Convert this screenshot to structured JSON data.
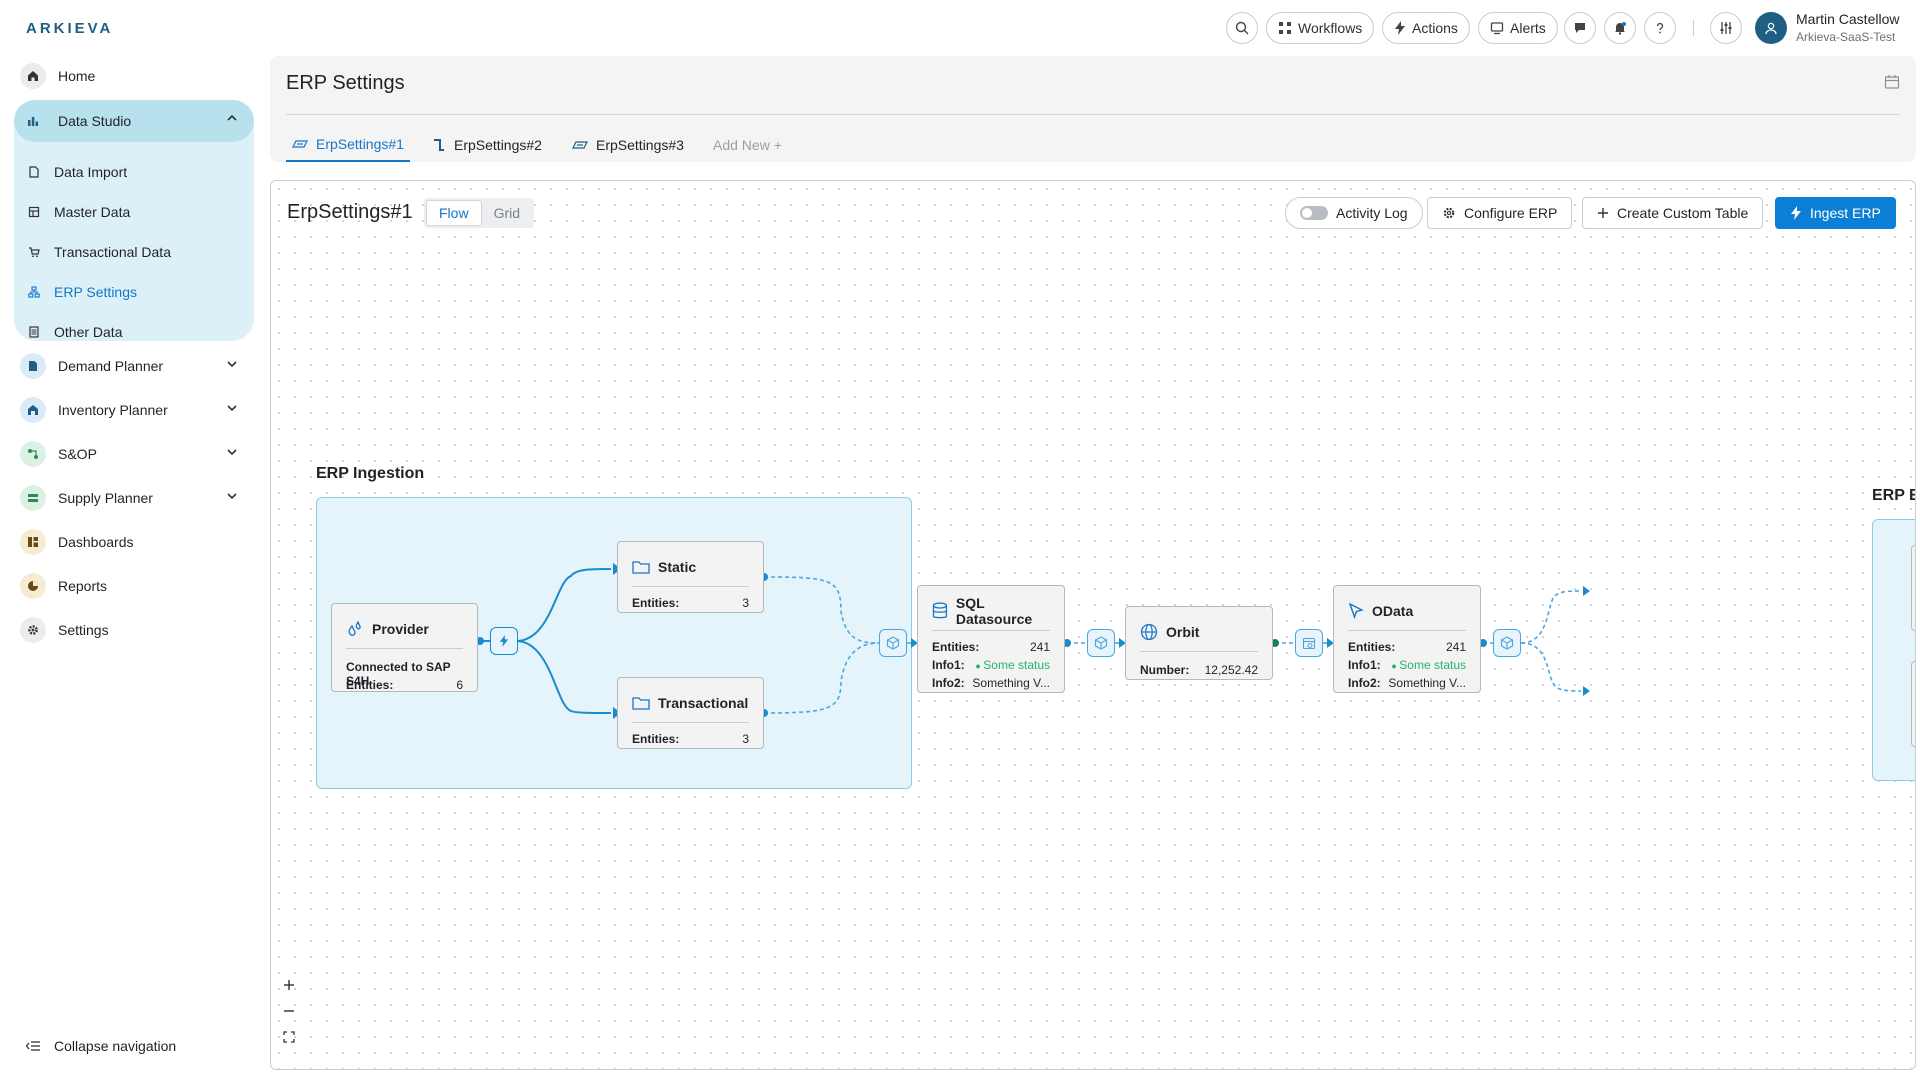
{
  "app": {
    "logo": "ARKIEVA"
  },
  "topbar": {
    "search_icon": "search-icon",
    "workflows": "Workflows",
    "actions": "Actions",
    "alerts": "Alerts",
    "user_name": "Martin Castellow",
    "user_org": "Arkieva-SaaS-Test"
  },
  "sidebar": {
    "home": "Home",
    "data_studio": "Data Studio",
    "data_studio_items": [
      {
        "label": "Data Import"
      },
      {
        "label": "Master Data"
      },
      {
        "label": "Transactional Data"
      },
      {
        "label": "ERP Settings",
        "active": true
      },
      {
        "label": "Other Data"
      }
    ],
    "demand_planner": "Demand Planner",
    "inventory_planner": "Inventory Planner",
    "sop": "S&OP",
    "supply_planner": "Supply Planner",
    "dashboards": "Dashboards",
    "reports": "Reports",
    "settings": "Settings",
    "collapse": "Collapse navigation"
  },
  "header": {
    "title": "ERP Settings",
    "tabs": [
      {
        "label": "ErpSettings#1",
        "active": true
      },
      {
        "label": "ErpSettings#2"
      },
      {
        "label": "ErpSettings#3"
      }
    ],
    "add_new": "Add New +"
  },
  "canvas": {
    "title": "ErpSettings#1",
    "view_flow": "Flow",
    "view_grid": "Grid",
    "activity_log": "Activity Log",
    "configure_erp": "Configure ERP",
    "create_custom_table": "Create Custom Table",
    "ingest_erp": "Ingest ERP",
    "group_label": "ERP Ingestion",
    "group2_label": "ERP E",
    "nodes": {
      "provider": {
        "title": "Provider",
        "line1": "Connected to SAP S4H",
        "entities_label": "Entities:",
        "entities": "6"
      },
      "static": {
        "title": "Static",
        "entities_label": "Entities:",
        "entities": "3"
      },
      "transactional": {
        "title": "Transactional",
        "entities_label": "Entities:",
        "entities": "3"
      },
      "sql": {
        "title": "SQL Datasource",
        "entities_label": "Entities:",
        "entities": "241",
        "info1_label": "Info1:",
        "info1": "Some status",
        "info2_label": "Info2:",
        "info2": "Something V..."
      },
      "orbit": {
        "title": "Orbit",
        "number_label": "Number:",
        "number": "12,252.42"
      },
      "odata": {
        "title": "OData",
        "entities_label": "Entities:",
        "entities": "241",
        "info1_label": "Info1:",
        "info1": "Some status",
        "info2_label": "Info2:",
        "info2": "Something V..."
      }
    }
  },
  "colors": {
    "accent": "#0b7fd6",
    "brand": "#1f5f83",
    "status_ok": "#26b36b"
  }
}
